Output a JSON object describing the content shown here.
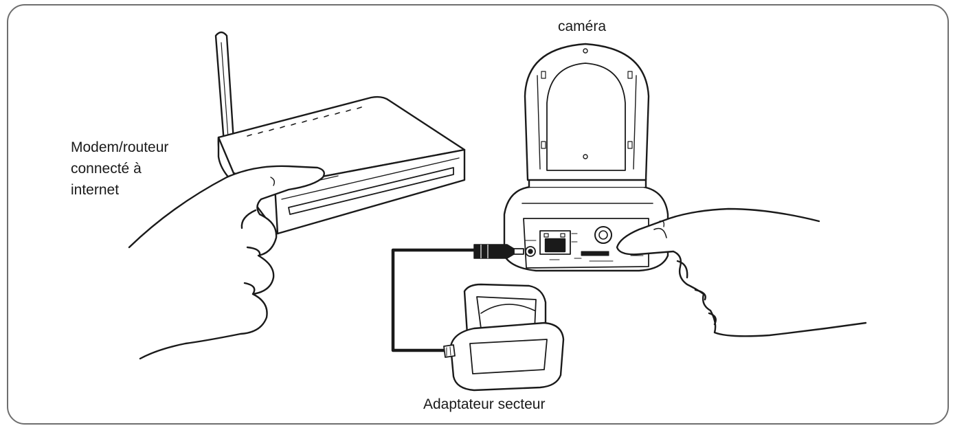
{
  "labels": {
    "router_line1": "Modem/routeur",
    "router_line2": "connecté à",
    "router_line3": "internet",
    "camera": "caméra",
    "adapter": "Adaptateur secteur"
  },
  "colors": {
    "line": "#1a1a1a",
    "frame": "#6e6e6e",
    "background": "#ffffff"
  },
  "icons": {
    "router": "wifi-router-icon",
    "camera": "pan-tilt-ip-camera-icon",
    "adapter": "power-adapter-icon",
    "hands": "pressing-hand-icon"
  }
}
